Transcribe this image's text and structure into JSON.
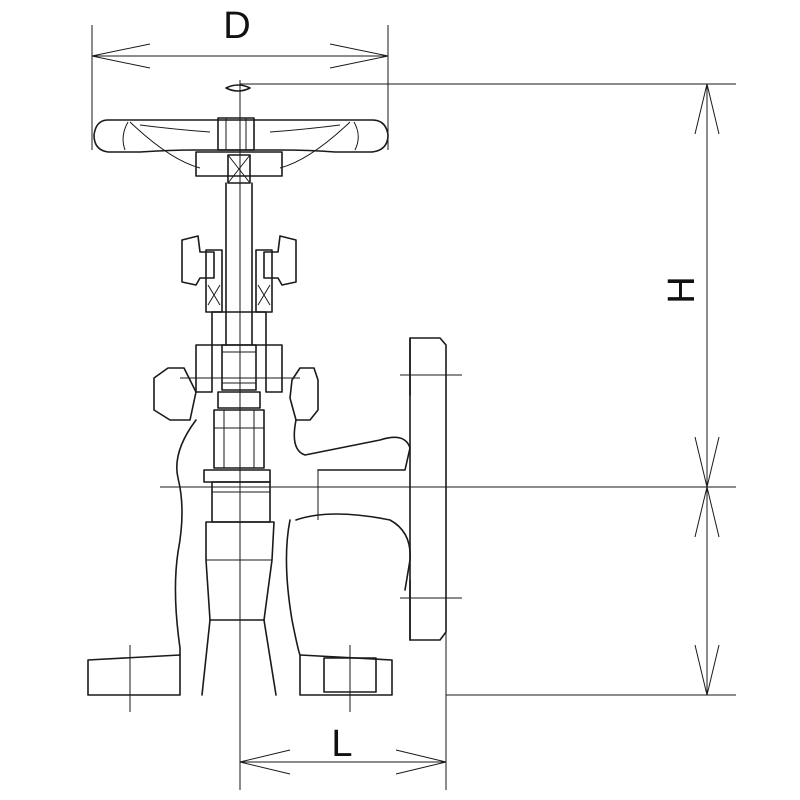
{
  "dimensions": {
    "diameter_label": "D",
    "height_label": "H",
    "length_label": "L"
  }
}
